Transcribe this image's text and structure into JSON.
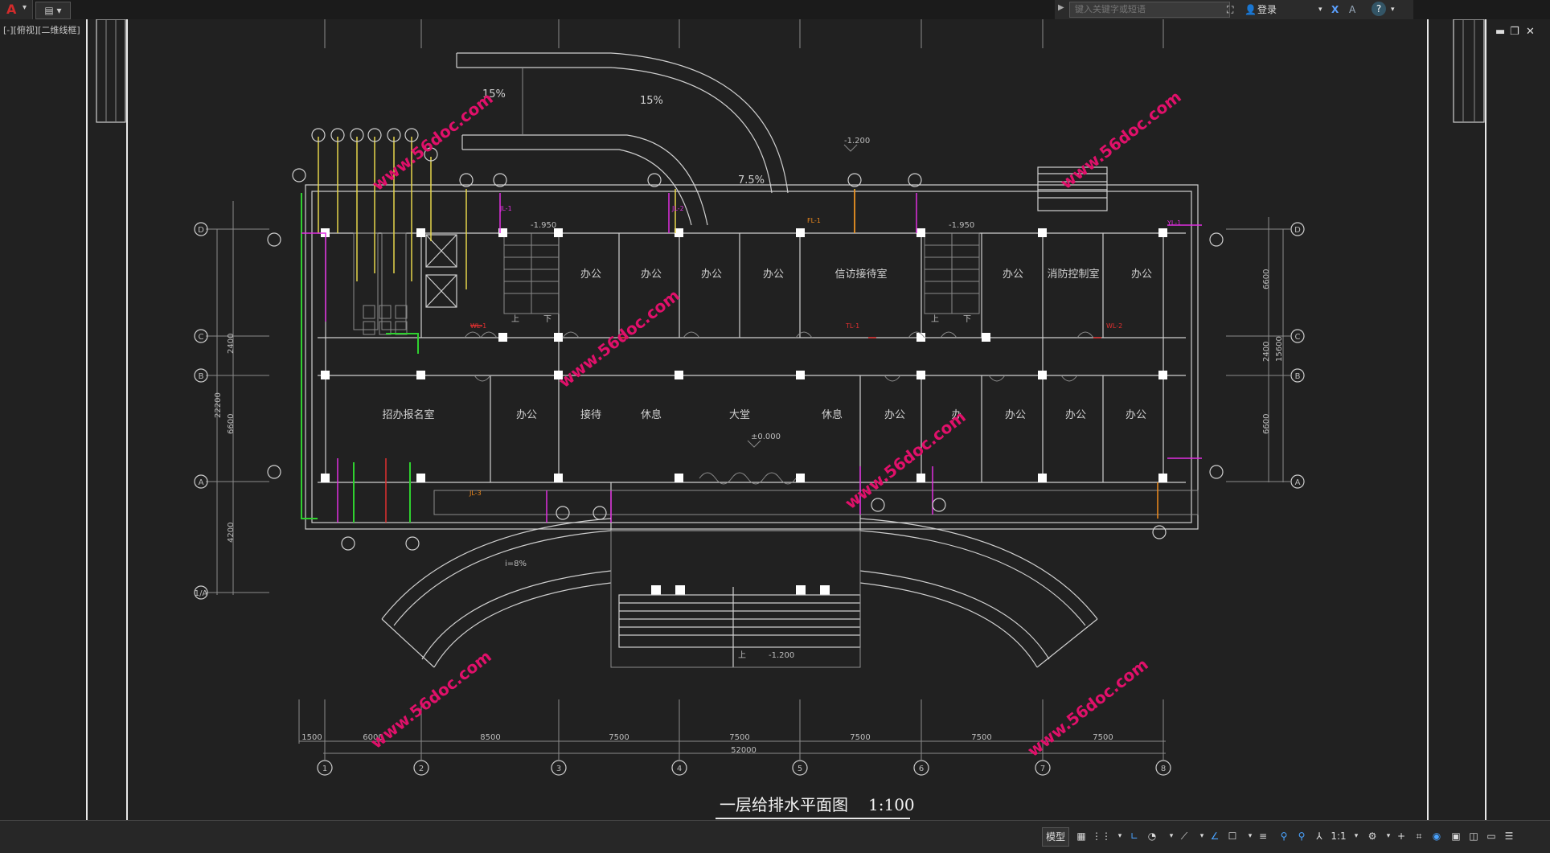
{
  "app": {
    "logo": "A",
    "menu_caret": "▾",
    "quick_access": "▤ ▾"
  },
  "search": {
    "placeholder": "键入关键字或短语"
  },
  "account": {
    "login_label": "登录"
  },
  "viewport_label": "[-][俯视][二维线框]",
  "drawing": {
    "title": "一层给排水平面图",
    "scale": "1:100",
    "watermark": "www.56doc.com",
    "rooms_north": [
      "办公",
      "办公",
      "办公",
      "办公",
      "信访接待室",
      "办公",
      "消防控制室",
      "办公"
    ],
    "rooms_south": [
      "招办报名室",
      "办公",
      "接待",
      "休息",
      "大堂",
      "休息",
      "办公",
      "办",
      "办公",
      "办公",
      "办公"
    ],
    "elevations": [
      "-1.200",
      "-1.950",
      "-1.950",
      "±0.000",
      "-1.200"
    ],
    "slopes": [
      "15%",
      "15%",
      "7.5%",
      "i=8%"
    ],
    "up_down": [
      "上",
      "下",
      "上",
      "下",
      "上"
    ],
    "column_axes": [
      "1",
      "2",
      "3",
      "4",
      "5",
      "6",
      "7",
      "8"
    ],
    "row_axes_left": [
      "D",
      "C",
      "B",
      "A",
      "1/A"
    ],
    "row_axes_right": [
      "D",
      "C",
      "B",
      "A"
    ],
    "dims_bottom": [
      "1500",
      "6000",
      "8500",
      "7500",
      "7500",
      "7500",
      "7500",
      "7500"
    ],
    "dim_total": "52000",
    "dims_left": [
      "2400",
      "6600",
      "4200",
      "22200"
    ],
    "dims_right": [
      "6600",
      "2400",
      "6600",
      "15600"
    ],
    "pipe_labels": [
      "JL-1",
      "JL-2",
      "FL-1",
      "YL-1",
      "WL-1",
      "TL-1",
      "WL-2",
      "JL-3"
    ]
  },
  "status": {
    "model_tab": "模型",
    "scale": "1:1",
    "items": [
      "grid-icon",
      "snap-icon",
      "ortho-icon",
      "polar-icon",
      "osnap-icon",
      "otrack-icon",
      "lineweight-icon",
      "annotation-icon",
      "workspace-icon",
      "customize-icon"
    ]
  }
}
